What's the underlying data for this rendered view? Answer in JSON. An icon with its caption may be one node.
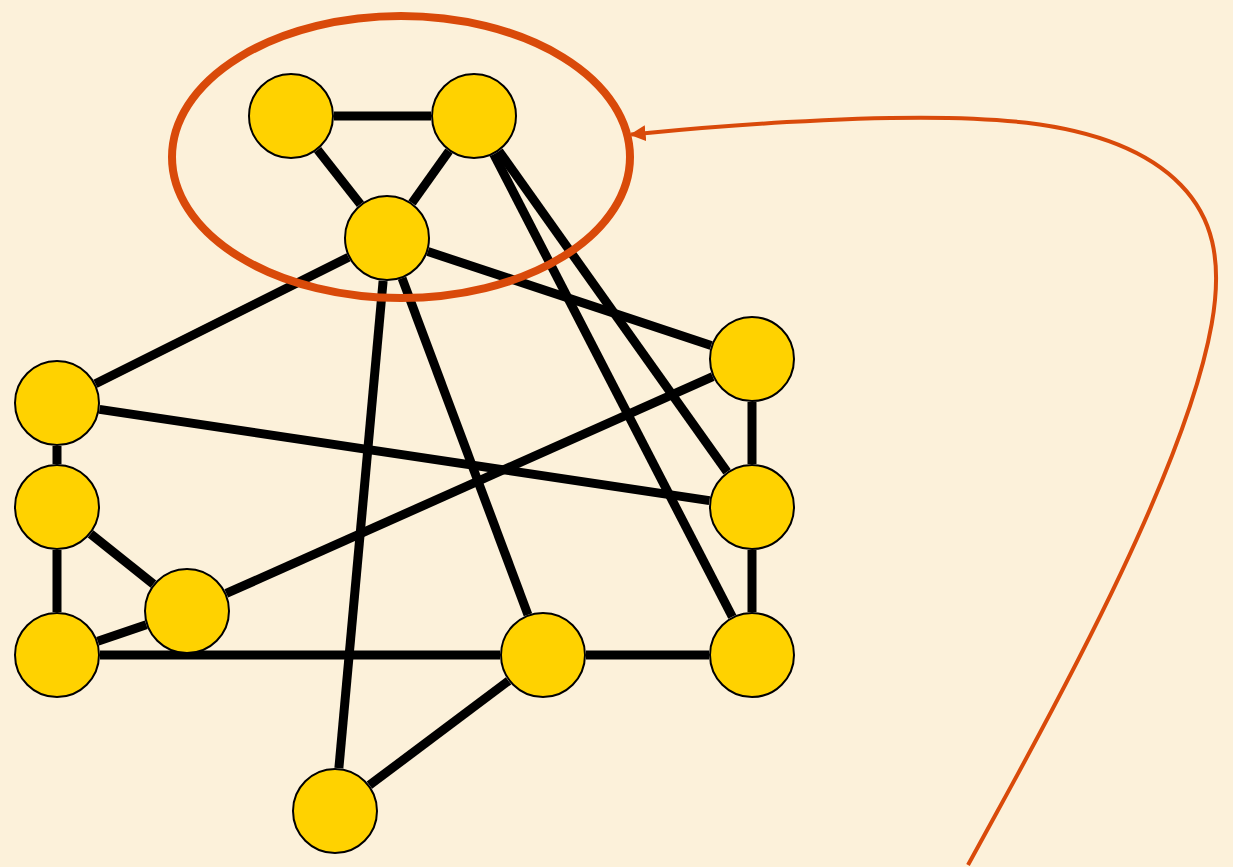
{
  "diagram": {
    "nodes": [
      {
        "text": [],
        "shape": "ellipse"
      },
      {
        "text": [],
        "shape": "circle",
        "in": 0
      },
      {
        "text": [],
        "shape": "circle",
        "in": 0
      },
      {
        "text": [],
        "shape": "circle",
        "in": 0
      },
      {
        "text": [],
        "shape": "circle"
      },
      {
        "text": [],
        "shape": "circle"
      },
      {
        "text": [],
        "shape": "circle"
      },
      {
        "text": [],
        "shape": "circle"
      },
      {
        "text": [],
        "shape": "circle"
      },
      {
        "text": [],
        "shape": "circle"
      },
      {
        "text": [],
        "shape": "circle"
      },
      {
        "text": [],
        "shape": "circle"
      },
      {
        "text": [],
        "shape": "circle"
      }
    ],
    "edges": [
      {
        "from": 1,
        "to": 2,
        "arrow": "none"
      },
      {
        "from": 1,
        "to": 3,
        "arrow": "none"
      },
      {
        "from": 2,
        "to": 3,
        "arrow": "none"
      },
      {
        "from": 2,
        "to": 10,
        "arrow": "none"
      },
      {
        "from": 2,
        "to": 9,
        "arrow": "none"
      },
      {
        "from": 3,
        "to": 4,
        "arrow": "none"
      },
      {
        "from": 3,
        "to": 8,
        "arrow": "none"
      },
      {
        "from": 3,
        "to": 12,
        "arrow": "none"
      },
      {
        "from": 3,
        "to": 11,
        "arrow": "none"
      },
      {
        "from": 4,
        "to": 5,
        "arrow": "none"
      },
      {
        "from": 4,
        "to": 9,
        "arrow": "none"
      },
      {
        "from": 5,
        "to": 6,
        "arrow": "none"
      },
      {
        "from": 5,
        "to": 7,
        "arrow": "none"
      },
      {
        "from": 6,
        "to": 7,
        "arrow": "none"
      },
      {
        "from": 6,
        "to": 11,
        "arrow": "none"
      },
      {
        "from": 7,
        "to": 8,
        "arrow": "none"
      },
      {
        "from": 8,
        "to": 9,
        "arrow": "none"
      },
      {
        "from": 9,
        "to": 10,
        "arrow": "none"
      },
      {
        "from": 11,
        "to": 10,
        "arrow": "none"
      },
      {
        "from": 11,
        "to": 12,
        "arrow": "none"
      },
      {
        "from": null,
        "to": 0,
        "arrow": "to",
        "color": "#d94a0a"
      }
    ]
  }
}
